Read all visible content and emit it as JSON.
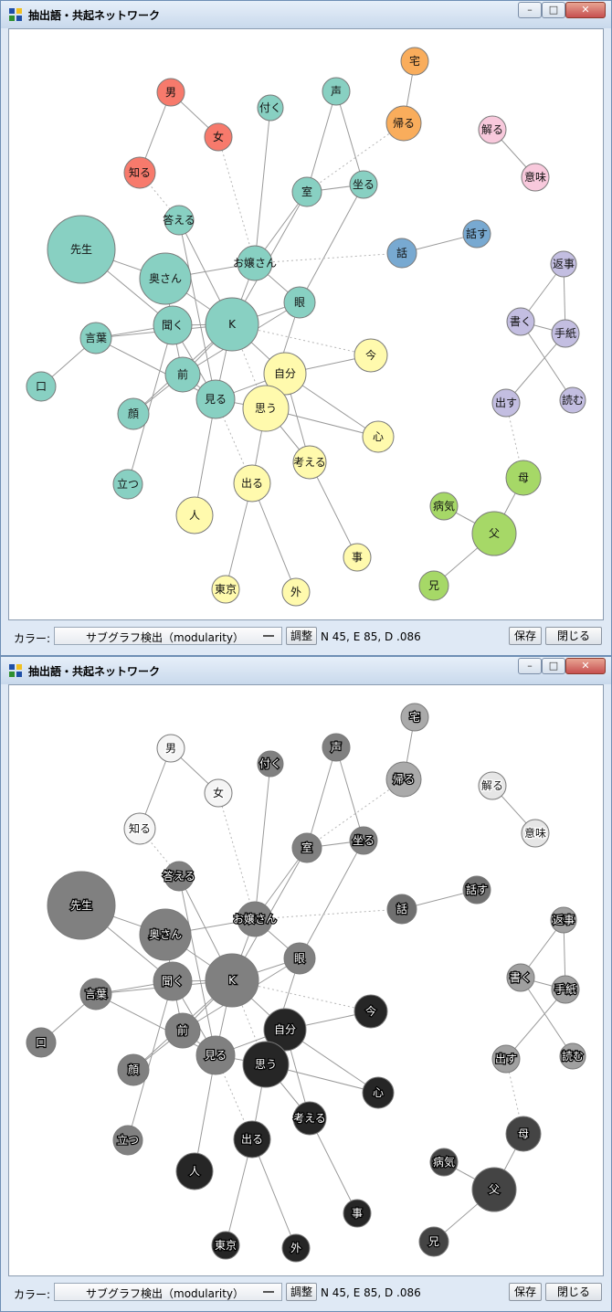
{
  "window": {
    "title": "抽出語・共起ネットワーク",
    "controls": {
      "minimize": "–",
      "maximize": "□",
      "close": "✕"
    }
  },
  "toolbar": {
    "color_label": "カラー:",
    "color_mode": "サブグラフ検出（modularity）",
    "adjust_button": "調整",
    "stats": "N 45, E 85, D .086",
    "save_button": "保存",
    "close_button": "閉じる"
  },
  "palette": {
    "teal": "#88d0c2",
    "red": "#f77a6c",
    "orange": "#f9ad5c",
    "pink": "#f8c9dc",
    "blue": "#78a9d1",
    "lavender": "#c3bee1",
    "yellow": "#fffaad",
    "green": "#a6d867"
  },
  "gray_palette": {
    "teal": "#808080",
    "red": "#f5f5f5",
    "orange": "#aaaaaa",
    "pink": "#e6e6e6",
    "blue": "#707070",
    "lavender": "#a0a0a0",
    "yellow": "#262626",
    "green": "#444444"
  },
  "network": {
    "nodes": [
      {
        "id": "宅",
        "group": "orange"
      },
      {
        "id": "帰る",
        "group": "orange"
      },
      {
        "id": "男",
        "group": "red"
      },
      {
        "id": "女",
        "group": "red"
      },
      {
        "id": "知る",
        "group": "red"
      },
      {
        "id": "付く",
        "group": "teal"
      },
      {
        "id": "声",
        "group": "teal"
      },
      {
        "id": "室",
        "group": "teal"
      },
      {
        "id": "坐る",
        "group": "teal"
      },
      {
        "id": "答える",
        "group": "teal"
      },
      {
        "id": "先生",
        "group": "teal"
      },
      {
        "id": "奥さん",
        "group": "teal"
      },
      {
        "id": "お嬢さん",
        "group": "teal"
      },
      {
        "id": "眼",
        "group": "teal"
      },
      {
        "id": "K",
        "group": "teal"
      },
      {
        "id": "聞く",
        "group": "teal"
      },
      {
        "id": "言葉",
        "group": "teal"
      },
      {
        "id": "口",
        "group": "teal"
      },
      {
        "id": "前",
        "group": "teal"
      },
      {
        "id": "顔",
        "group": "teal"
      },
      {
        "id": "見る",
        "group": "teal"
      },
      {
        "id": "立つ",
        "group": "teal"
      },
      {
        "id": "解る",
        "group": "pink"
      },
      {
        "id": "意味",
        "group": "pink"
      },
      {
        "id": "話",
        "group": "blue"
      },
      {
        "id": "話す",
        "group": "blue"
      },
      {
        "id": "返事",
        "group": "lavender"
      },
      {
        "id": "書く",
        "group": "lavender"
      },
      {
        "id": "手紙",
        "group": "lavender"
      },
      {
        "id": "出す",
        "group": "lavender"
      },
      {
        "id": "読む",
        "group": "lavender"
      },
      {
        "id": "今",
        "group": "yellow"
      },
      {
        "id": "自分",
        "group": "yellow"
      },
      {
        "id": "思う",
        "group": "yellow"
      },
      {
        "id": "心",
        "group": "yellow"
      },
      {
        "id": "考える",
        "group": "yellow"
      },
      {
        "id": "出る",
        "group": "yellow"
      },
      {
        "id": "人",
        "group": "yellow"
      },
      {
        "id": "事",
        "group": "yellow"
      },
      {
        "id": "東京",
        "group": "yellow"
      },
      {
        "id": "外",
        "group": "yellow"
      },
      {
        "id": "母",
        "group": "green"
      },
      {
        "id": "病気",
        "group": "green"
      },
      {
        "id": "父",
        "group": "green"
      },
      {
        "id": "兄",
        "group": "green"
      }
    ],
    "edges": [
      [
        "宅",
        "帰る",
        "s"
      ],
      [
        "男",
        "女",
        "s"
      ],
      [
        "男",
        "知る",
        "s"
      ],
      [
        "付く",
        "お嬢さん",
        "s"
      ],
      [
        "声",
        "室",
        "s"
      ],
      [
        "声",
        "坐る",
        "s"
      ],
      [
        "室",
        "坐る",
        "s"
      ],
      [
        "室",
        "お嬢さん",
        "s"
      ],
      [
        "室",
        "K",
        "s"
      ],
      [
        "坐る",
        "眼",
        "s"
      ],
      [
        "帰る",
        "室",
        "d"
      ],
      [
        "女",
        "お嬢さん",
        "d"
      ],
      [
        "知る",
        "答える",
        "d"
      ],
      [
        "答える",
        "K",
        "s"
      ],
      [
        "答える",
        "見る",
        "s"
      ],
      [
        "先生",
        "奥さん",
        "s"
      ],
      [
        "先生",
        "聞く",
        "s"
      ],
      [
        "奥さん",
        "お嬢さん",
        "s"
      ],
      [
        "奥さん",
        "K",
        "s"
      ],
      [
        "奥さん",
        "聞く",
        "s"
      ],
      [
        "お嬢さん",
        "K",
        "s"
      ],
      [
        "お嬢さん",
        "眼",
        "s"
      ],
      [
        "お嬢さん",
        "話",
        "d"
      ],
      [
        "眼",
        "K",
        "s"
      ],
      [
        "眼",
        "前",
        "s"
      ],
      [
        "眼",
        "思う",
        "s"
      ],
      [
        "K",
        "聞く",
        "s"
      ],
      [
        "K",
        "前",
        "s"
      ],
      [
        "K",
        "見る",
        "s"
      ],
      [
        "K",
        "自分",
        "s"
      ],
      [
        "K",
        "言葉",
        "s"
      ],
      [
        "K",
        "思う",
        "d"
      ],
      [
        "K",
        "今",
        "d"
      ],
      [
        "聞く",
        "言葉",
        "s"
      ],
      [
        "聞く",
        "前",
        "s"
      ],
      [
        "聞く",
        "見る",
        "s"
      ],
      [
        "聞く",
        "立つ",
        "s"
      ],
      [
        "言葉",
        "口",
        "s"
      ],
      [
        "言葉",
        "見る",
        "s"
      ],
      [
        "前",
        "見る",
        "s"
      ],
      [
        "前",
        "顔",
        "s"
      ],
      [
        "顔",
        "K",
        "s"
      ],
      [
        "見る",
        "自分",
        "s"
      ],
      [
        "見る",
        "思う",
        "s"
      ],
      [
        "見る",
        "人",
        "s"
      ],
      [
        "見る",
        "出る",
        "d"
      ],
      [
        "思う",
        "自分",
        "s"
      ],
      [
        "思う",
        "心",
        "s"
      ],
      [
        "思う",
        "考える",
        "s"
      ],
      [
        "思う",
        "出る",
        "s"
      ],
      [
        "自分",
        "今",
        "s"
      ],
      [
        "自分",
        "心",
        "s"
      ],
      [
        "自分",
        "考える",
        "s"
      ],
      [
        "出る",
        "東京",
        "s"
      ],
      [
        "出る",
        "外",
        "s"
      ],
      [
        "考える",
        "事",
        "s"
      ],
      [
        "解る",
        "意味",
        "s"
      ],
      [
        "話",
        "話す",
        "s"
      ],
      [
        "返事",
        "書く",
        "s"
      ],
      [
        "返事",
        "手紙",
        "s"
      ],
      [
        "書く",
        "手紙",
        "s"
      ],
      [
        "書く",
        "読む",
        "s"
      ],
      [
        "手紙",
        "出す",
        "s"
      ],
      [
        "出す",
        "母",
        "d"
      ],
      [
        "母",
        "父",
        "s"
      ],
      [
        "病気",
        "父",
        "s"
      ],
      [
        "父",
        "兄",
        "s"
      ]
    ]
  }
}
